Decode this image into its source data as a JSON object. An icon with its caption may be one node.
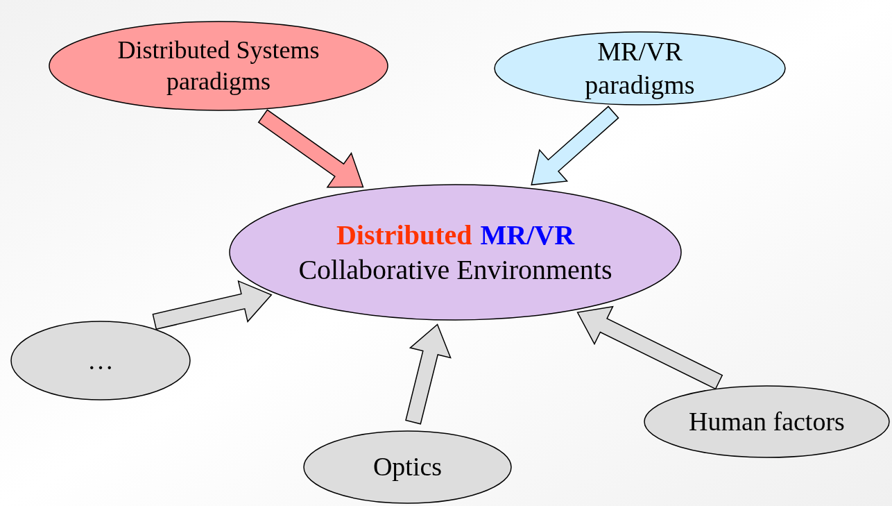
{
  "diagram": {
    "nodes": [
      {
        "text": [
          "Distributed Systems paradigms"
        ]
      },
      {
        "text": [
          "MR/VR paradigms"
        ]
      },
      {
        "text": [
          "Distributed",
          "MR/VR",
          "Collaborative Environments"
        ]
      },
      {
        "text": [
          "…"
        ]
      },
      {
        "text": [
          "Optics"
        ]
      },
      {
        "text": [
          "Human factors"
        ]
      }
    ],
    "edges": [
      {
        "from": 0,
        "to": 2,
        "arrow": "to",
        "color": "#ff9999"
      },
      {
        "from": 1,
        "to": 2,
        "arrow": "to",
        "color": "#cdeeff"
      },
      {
        "from": 3,
        "to": 2,
        "arrow": "to"
      },
      {
        "from": 4,
        "to": 2,
        "arrow": "to"
      },
      {
        "from": 5,
        "to": 2,
        "arrow": "to"
      }
    ]
  }
}
